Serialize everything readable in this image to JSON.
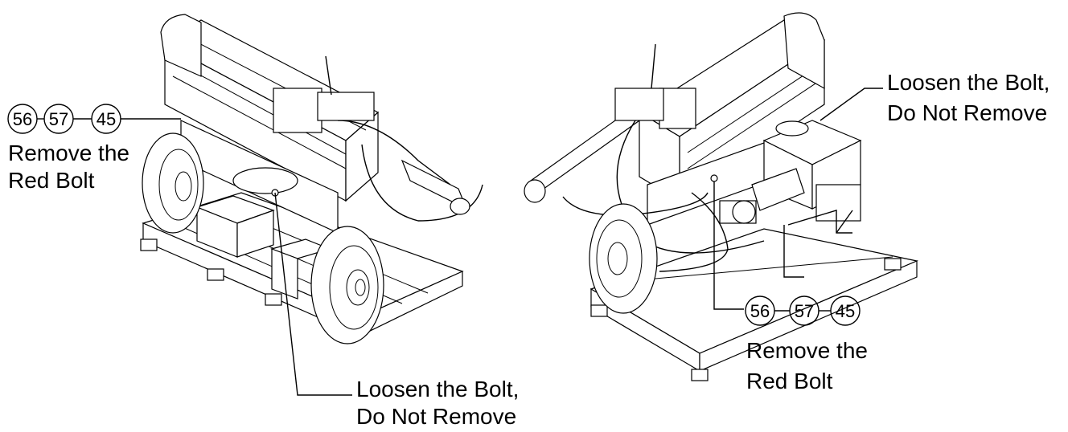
{
  "left_view": {
    "callout_numbers": [
      "56",
      "57",
      "45"
    ],
    "remove_line1": "Remove the",
    "remove_line2": "Red Bolt",
    "loosen_line1": "Loosen the Bolt,",
    "loosen_line2": "Do Not Remove"
  },
  "right_view": {
    "callout_numbers": [
      "56",
      "57",
      "45"
    ],
    "remove_line1": "Remove the",
    "remove_line2": "Red Bolt",
    "loosen_line1": "Loosen the Bolt,",
    "loosen_line2": "Do Not Remove"
  },
  "colors": {
    "line": "#000000",
    "background": "#ffffff"
  }
}
